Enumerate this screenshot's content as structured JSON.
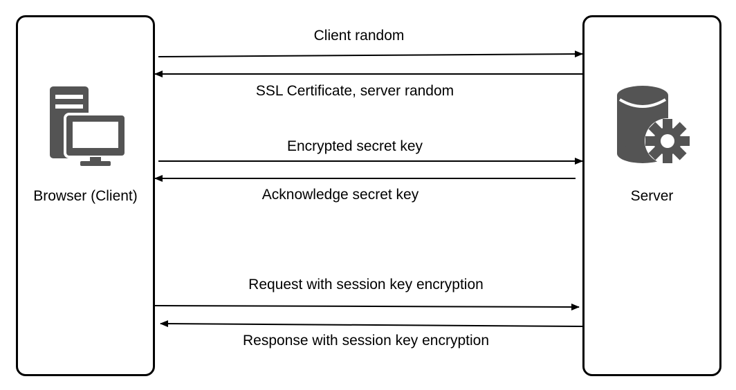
{
  "client": {
    "label": "Browser (Client)"
  },
  "server": {
    "label": "Server"
  },
  "messages": [
    {
      "label": "Client random",
      "direction": "to-server"
    },
    {
      "label": "SSL Certificate, server random",
      "direction": "to-client"
    },
    {
      "label": "Encrypted secret key",
      "direction": "to-server"
    },
    {
      "label": "Acknowledge secret key",
      "direction": "to-client"
    },
    {
      "label": "Request with session key encryption",
      "direction": "to-server"
    },
    {
      "label": "Response with session key encryption",
      "direction": "to-client"
    }
  ],
  "icons": {
    "client": "computer-icon",
    "server": "database-gear-icon"
  },
  "colors": {
    "stroke": "#000000",
    "icon": "#545454",
    "background": "#ffffff"
  }
}
